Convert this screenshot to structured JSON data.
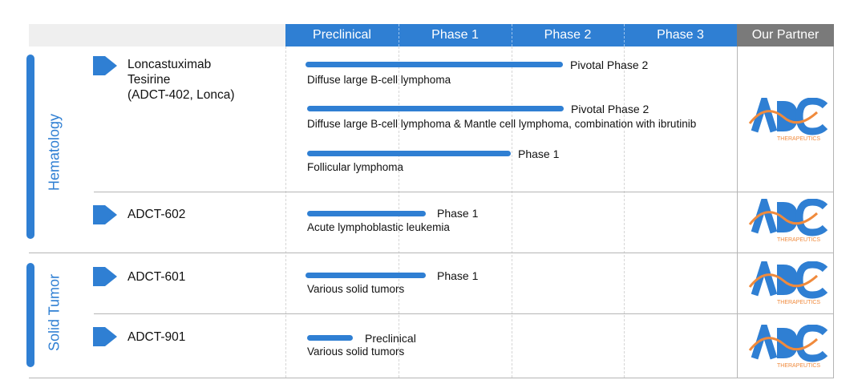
{
  "header": {
    "stages": [
      "Preclinical",
      "Phase 1",
      "Phase 2",
      "Phase 3"
    ],
    "partner": "Our Partner"
  },
  "categories": [
    {
      "label": "Hematology"
    },
    {
      "label": "Solid Tumor"
    }
  ],
  "drugs": [
    {
      "name_lines": [
        "Loncastuximab",
        "Tesirine",
        "(ADCT-402, Lonca)"
      ]
    },
    {
      "name_lines": [
        "ADCT-602"
      ]
    },
    {
      "name_lines": [
        "ADCT-601"
      ]
    },
    {
      "name_lines": [
        "ADCT-901"
      ]
    }
  ],
  "programs": [
    {
      "stage": "Pivotal Phase 2",
      "indication": "Diffuse large B-cell lymphoma"
    },
    {
      "stage": "Pivotal Phase 2",
      "indication": "Diffuse large B-cell lymphoma & Mantle cell lymphoma, combination with ibrutinib"
    },
    {
      "stage": "Phase 1",
      "indication": "Follicular lymphoma"
    },
    {
      "stage": "Phase 1",
      "indication": "Acute lymphoblastic leukemia"
    },
    {
      "stage": "Phase 1",
      "indication": "Various solid tumors"
    },
    {
      "stage": "Preclinical",
      "indication": "Various solid tumors"
    }
  ],
  "partner_logo": {
    "letters": "ADC",
    "subtitle": "THERAPEUTICS"
  },
  "colors": {
    "accent": "#2f7fd3",
    "partner_header": "#7a7a7a",
    "logo_orange": "#f08a3c"
  }
}
